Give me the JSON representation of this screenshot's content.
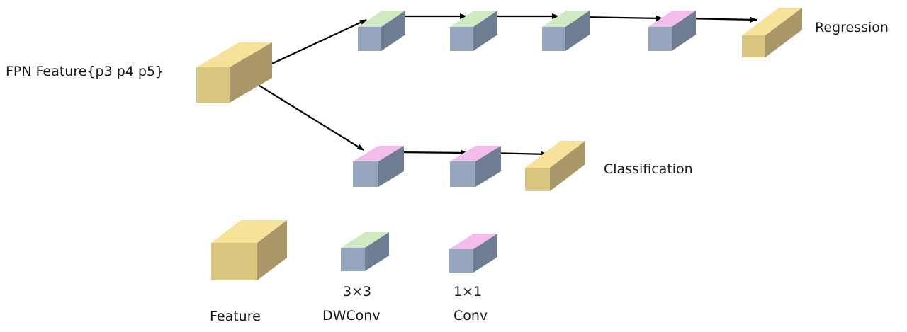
{
  "title": "FPN detection head diagram",
  "labels": {
    "input": "FPN Feature{p3 p4 p5}",
    "regression": "Regression",
    "classification": "Classification"
  },
  "legend": {
    "feature": "Feature",
    "dwconv_line1": "3×3",
    "dwconv_line2": "DWConv",
    "conv_line1": "1×1",
    "conv_line2": "Conv"
  },
  "colors": {
    "feature_front": "#d9c57e",
    "feature_top": "#f7e29a",
    "feature_side": "#a9976a",
    "conv_front": "#97a6bf",
    "conv_side": "#6f7d93",
    "dwconv_top": "#cfe9c0",
    "pwconv_top": "#f2bde8",
    "arrow": "#000000"
  },
  "regression_branch": [
    "dwconv",
    "dwconv",
    "dwconv",
    "pwconv",
    "feature"
  ],
  "classification_branch": [
    "pwconv",
    "pwconv",
    "feature"
  ]
}
